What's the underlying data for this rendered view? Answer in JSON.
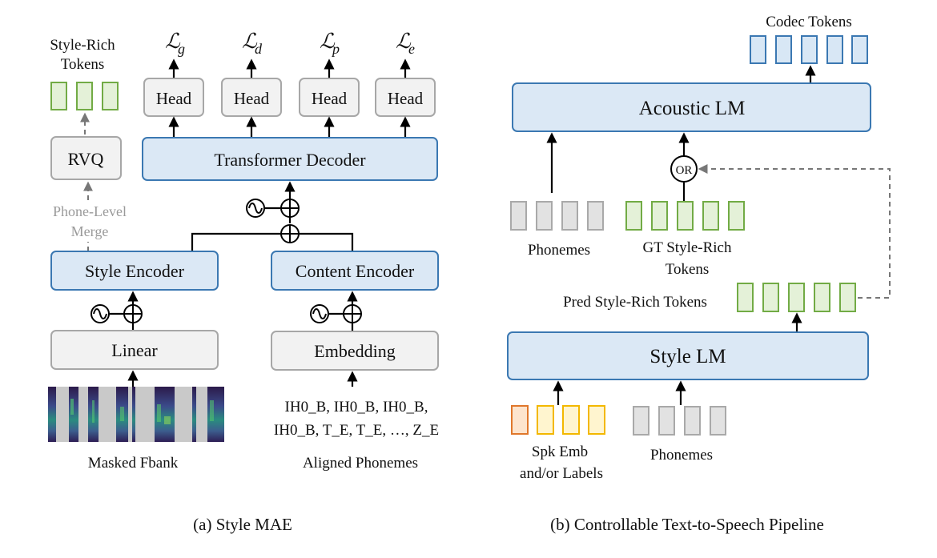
{
  "panel_a": {
    "caption": "(a) Style MAE",
    "losses": [
      "L_g",
      "L_d",
      "L_p",
      "L_e"
    ],
    "loss_subscripts": [
      "g",
      "d",
      "p",
      "e"
    ],
    "head_label": "Head",
    "transformer_decoder": "Transformer Decoder",
    "style_rich_tokens_line1": "Style-Rich",
    "style_rich_tokens_line2": "Tokens",
    "rvq": "RVQ",
    "phone_level_merge_line1": "Phone-Level",
    "phone_level_merge_line2": "Merge",
    "style_encoder": "Style Encoder",
    "content_encoder": "Content Encoder",
    "linear": "Linear",
    "embedding": "Embedding",
    "phonemes_line1": "IH0_B, IH0_B, IH0_B,",
    "phonemes_line2": "IH0_B, T_E, T_E, …, Z_E",
    "masked_fbank": "Masked Fbank",
    "aligned_phonemes": "Aligned Phonemes"
  },
  "panel_b": {
    "caption": "(b) Controllable Text-to-Speech Pipeline",
    "codec_tokens": "Codec Tokens",
    "acoustic_lm": "Acoustic LM",
    "or_label": "OR",
    "phonemes": "Phonemes",
    "gt_style_line1": "GT Style-Rich",
    "gt_style_line2": "Tokens",
    "pred_style": "Pred Style-Rich Tokens",
    "style_lm": "Style LM",
    "spk_emb_line1": "Spk Emb",
    "spk_emb_line2": "and/or Labels",
    "phonemes_bottom": "Phonemes"
  },
  "colors": {
    "block_blue_fill": "#dbe8f5",
    "block_blue_stroke": "#3b78b2",
    "block_gray_fill": "#f2f2f2",
    "token_green": "#72ab45",
    "token_gray": "#a9a9a9",
    "token_blue": "#3b78b2",
    "token_orange": "#e0772b",
    "token_yellow": "#f3b800"
  }
}
